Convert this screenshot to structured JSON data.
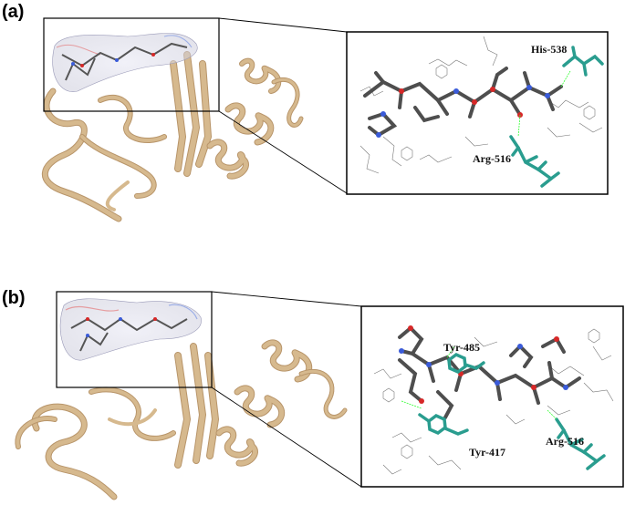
{
  "panels": [
    {
      "label": "(a)",
      "residues": [
        "His-538",
        "Arg-516"
      ]
    },
    {
      "label": "(b)",
      "residues": [
        "Tyr-485",
        "Tyr-417",
        "Arg-516"
      ]
    }
  ],
  "colors": {
    "ribbon": "#d6b98e",
    "ribbon_shade": "#b8956a",
    "ligand": "#505050",
    "residue": "#2a9d8f",
    "oxygen": "#d62828",
    "nitrogen": "#3a5bd9",
    "hbond": "#33ff33",
    "frame": "#000000"
  }
}
